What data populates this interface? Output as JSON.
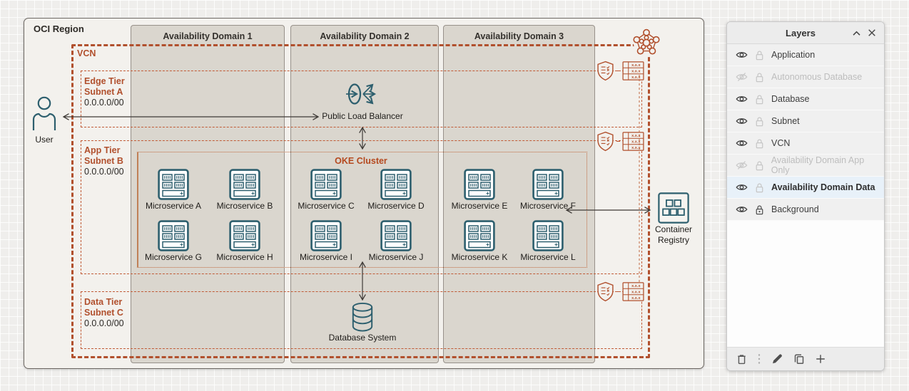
{
  "diagram": {
    "region_label": "OCI Region",
    "vcn_label": "VCN",
    "availability_domains": [
      "Availability Domain 1",
      "Availability Domain 2",
      "Availability Domain 3"
    ],
    "subnets": [
      {
        "tier": "Edge Tier",
        "name": "Subnet A",
        "cidr": "0.0.0.0/00"
      },
      {
        "tier": "App Tier",
        "name": "Subnet B",
        "cidr": "0.0.0.0/00"
      },
      {
        "tier": "Data Tier",
        "name": "Subnet C",
        "cidr": "0.0.0.0/00"
      }
    ],
    "oke_label": "OKE Cluster",
    "microservices": [
      "Microservice A",
      "Microservice B",
      "Microservice C",
      "Microservice D",
      "Microservice E",
      "Microservice F",
      "Microservice G",
      "Microservice H",
      "Microservice I",
      "Microservice J",
      "Microservice K",
      "Microservice L"
    ],
    "user_label": "User",
    "load_balancer_label": "Public Load Balancer",
    "database_label": "Database System",
    "registry_label_1": "Container",
    "registry_label_2": "Registry",
    "route_rule": "x.x.x",
    "colors": {
      "diagram_orange": "#b1502d",
      "icon_teal": "#2d5f6e",
      "ad_fill": "#dad6ce",
      "region_fill": "#f3f1ed"
    }
  },
  "panel": {
    "title": "Layers",
    "layers": [
      {
        "name": "Application",
        "visible": true,
        "locked": false,
        "selected": false
      },
      {
        "name": "Autonomous Database",
        "visible": false,
        "locked": false,
        "selected": false
      },
      {
        "name": "Database",
        "visible": true,
        "locked": false,
        "selected": false
      },
      {
        "name": "Subnet",
        "visible": true,
        "locked": false,
        "selected": false
      },
      {
        "name": "VCN",
        "visible": true,
        "locked": false,
        "selected": false
      },
      {
        "name": "Availability Domain App Only",
        "visible": false,
        "locked": false,
        "selected": false
      },
      {
        "name": "Availability Domain Data",
        "visible": true,
        "locked": false,
        "selected": true
      },
      {
        "name": "Background",
        "visible": true,
        "locked": true,
        "selected": false
      }
    ],
    "colors": {
      "selected_row_bg": "#e8f1f9"
    }
  }
}
